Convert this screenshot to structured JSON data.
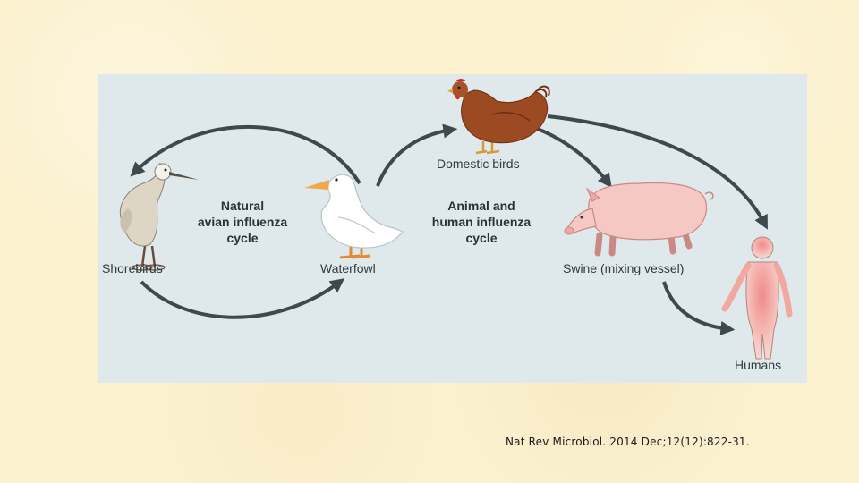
{
  "diagram": {
    "nodes": {
      "shorebirds": "Shorebirds",
      "waterfowl": "Waterfowl",
      "domestic_birds": "Domestic birds",
      "swine": "Swine (mixing vessel)",
      "humans": "Humans"
    },
    "natural_cycle": [
      "Natural",
      "avian influenza",
      "cycle"
    ],
    "animal_human_cycle": [
      "Animal and",
      "human influenza",
      "cycle"
    ]
  },
  "citation": "Nat Rev Microbiol. 2014 Dec;12(12):822-31.",
  "colors": {
    "background": "#fbf1cf",
    "panel": "#dfe8ea",
    "arrow": "#3c4a50",
    "text": "#2e3b40"
  }
}
